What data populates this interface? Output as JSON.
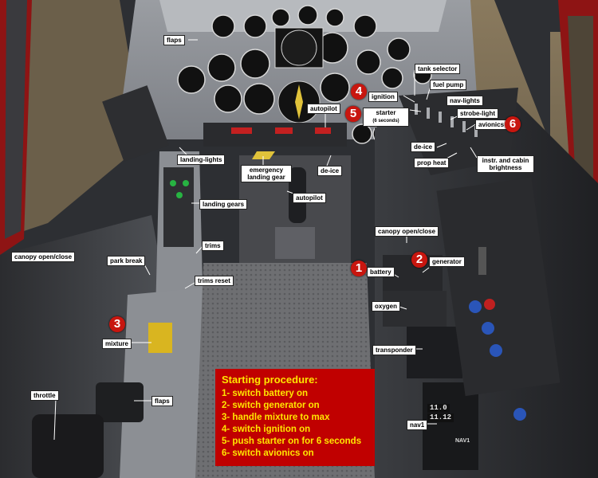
{
  "colors": {
    "step_badge": "#c8160f",
    "procedure_bg": "#c00000",
    "procedure_text": "#ffe600",
    "label_bg": "#ffffff"
  },
  "labels": {
    "flaps_top": "flaps",
    "tank_selector": "tank selector",
    "fuel_pump": "fuel pump",
    "ignition": "ignition",
    "nav_lights": "nav-lights",
    "starter": "starter",
    "starter_note": "(6 seconds)",
    "strobe_light": "strobe-light",
    "autopilot_top": "autopilot",
    "avionics": "avionics",
    "de_ice_right": "de-ice",
    "prop_heat": "prop heat",
    "instr_brightness_1": "instr. and cabin",
    "instr_brightness_2": "brightness",
    "landing_lights": "landing-lights",
    "emergency_gear_1": "emergency",
    "emergency_gear_2": "landing gear",
    "de_ice_center": "de-ice",
    "autopilot_center": "autopilot",
    "landing_gears": "landing gears",
    "canopy_right": "canopy open/close",
    "trims": "trims",
    "canopy_left": "canopy open/close",
    "park_break": "park break",
    "battery": "battery",
    "generator": "generator",
    "trims_reset": "trims reset",
    "oxygen": "oxygen",
    "mixture": "mixture",
    "transponder": "transponder",
    "throttle": "throttle",
    "flaps_bottom": "flaps",
    "nav1": "nav1"
  },
  "steps": {
    "battery": "1",
    "generator": "2",
    "mixture": "3",
    "ignition": "4",
    "starter": "5",
    "avionics": "6"
  },
  "procedure": {
    "title": "Starting procedure:",
    "lines": [
      "1- switch battery on",
      "2- switch generator on",
      "3- handle mixture to max",
      "4- switch ignition on",
      "5- push starter on for 6 seconds",
      "6- switch avionics on"
    ]
  },
  "panel_text": {
    "nav1_freq_a": "11.0",
    "nav1_freq_b": "11.12",
    "nav1_title": "NAV1"
  }
}
